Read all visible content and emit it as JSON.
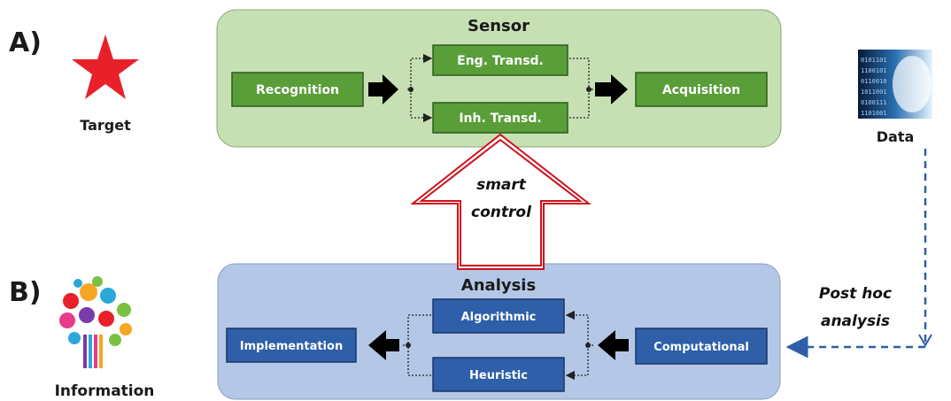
{
  "section_a": {
    "label": "A)"
  },
  "section_b": {
    "label": "B)"
  },
  "target": {
    "label": "Target",
    "icon": "star-icon",
    "color": "#e8202a"
  },
  "data_node": {
    "label": "Data",
    "icon": "binary-data-image"
  },
  "information": {
    "label": "Information",
    "icon": "colorful-tree-icon"
  },
  "sensor": {
    "title": "Sensor",
    "fill": "#c6e0b4",
    "box_fill": "#5a9e3a",
    "boxes": {
      "recognition": "Recognition",
      "eng_transd": "Eng. Transd.",
      "inh_transd": "Inh. Transd.",
      "acquisition": "Acquisition"
    }
  },
  "analysis": {
    "title": "Analysis",
    "fill": "#b4c7e7",
    "box_fill": "#2e5fa8",
    "boxes": {
      "implementation": "Implementation",
      "algorithmic": "Algorithmic",
      "heuristic": "Heuristic",
      "computational": "Computational"
    }
  },
  "smart_control": {
    "line1": "smart",
    "line2": "control",
    "color": "#d0101c"
  },
  "post_hoc": {
    "line1": "Post hoc",
    "line2": "analysis",
    "color": "#2e5fa8"
  }
}
